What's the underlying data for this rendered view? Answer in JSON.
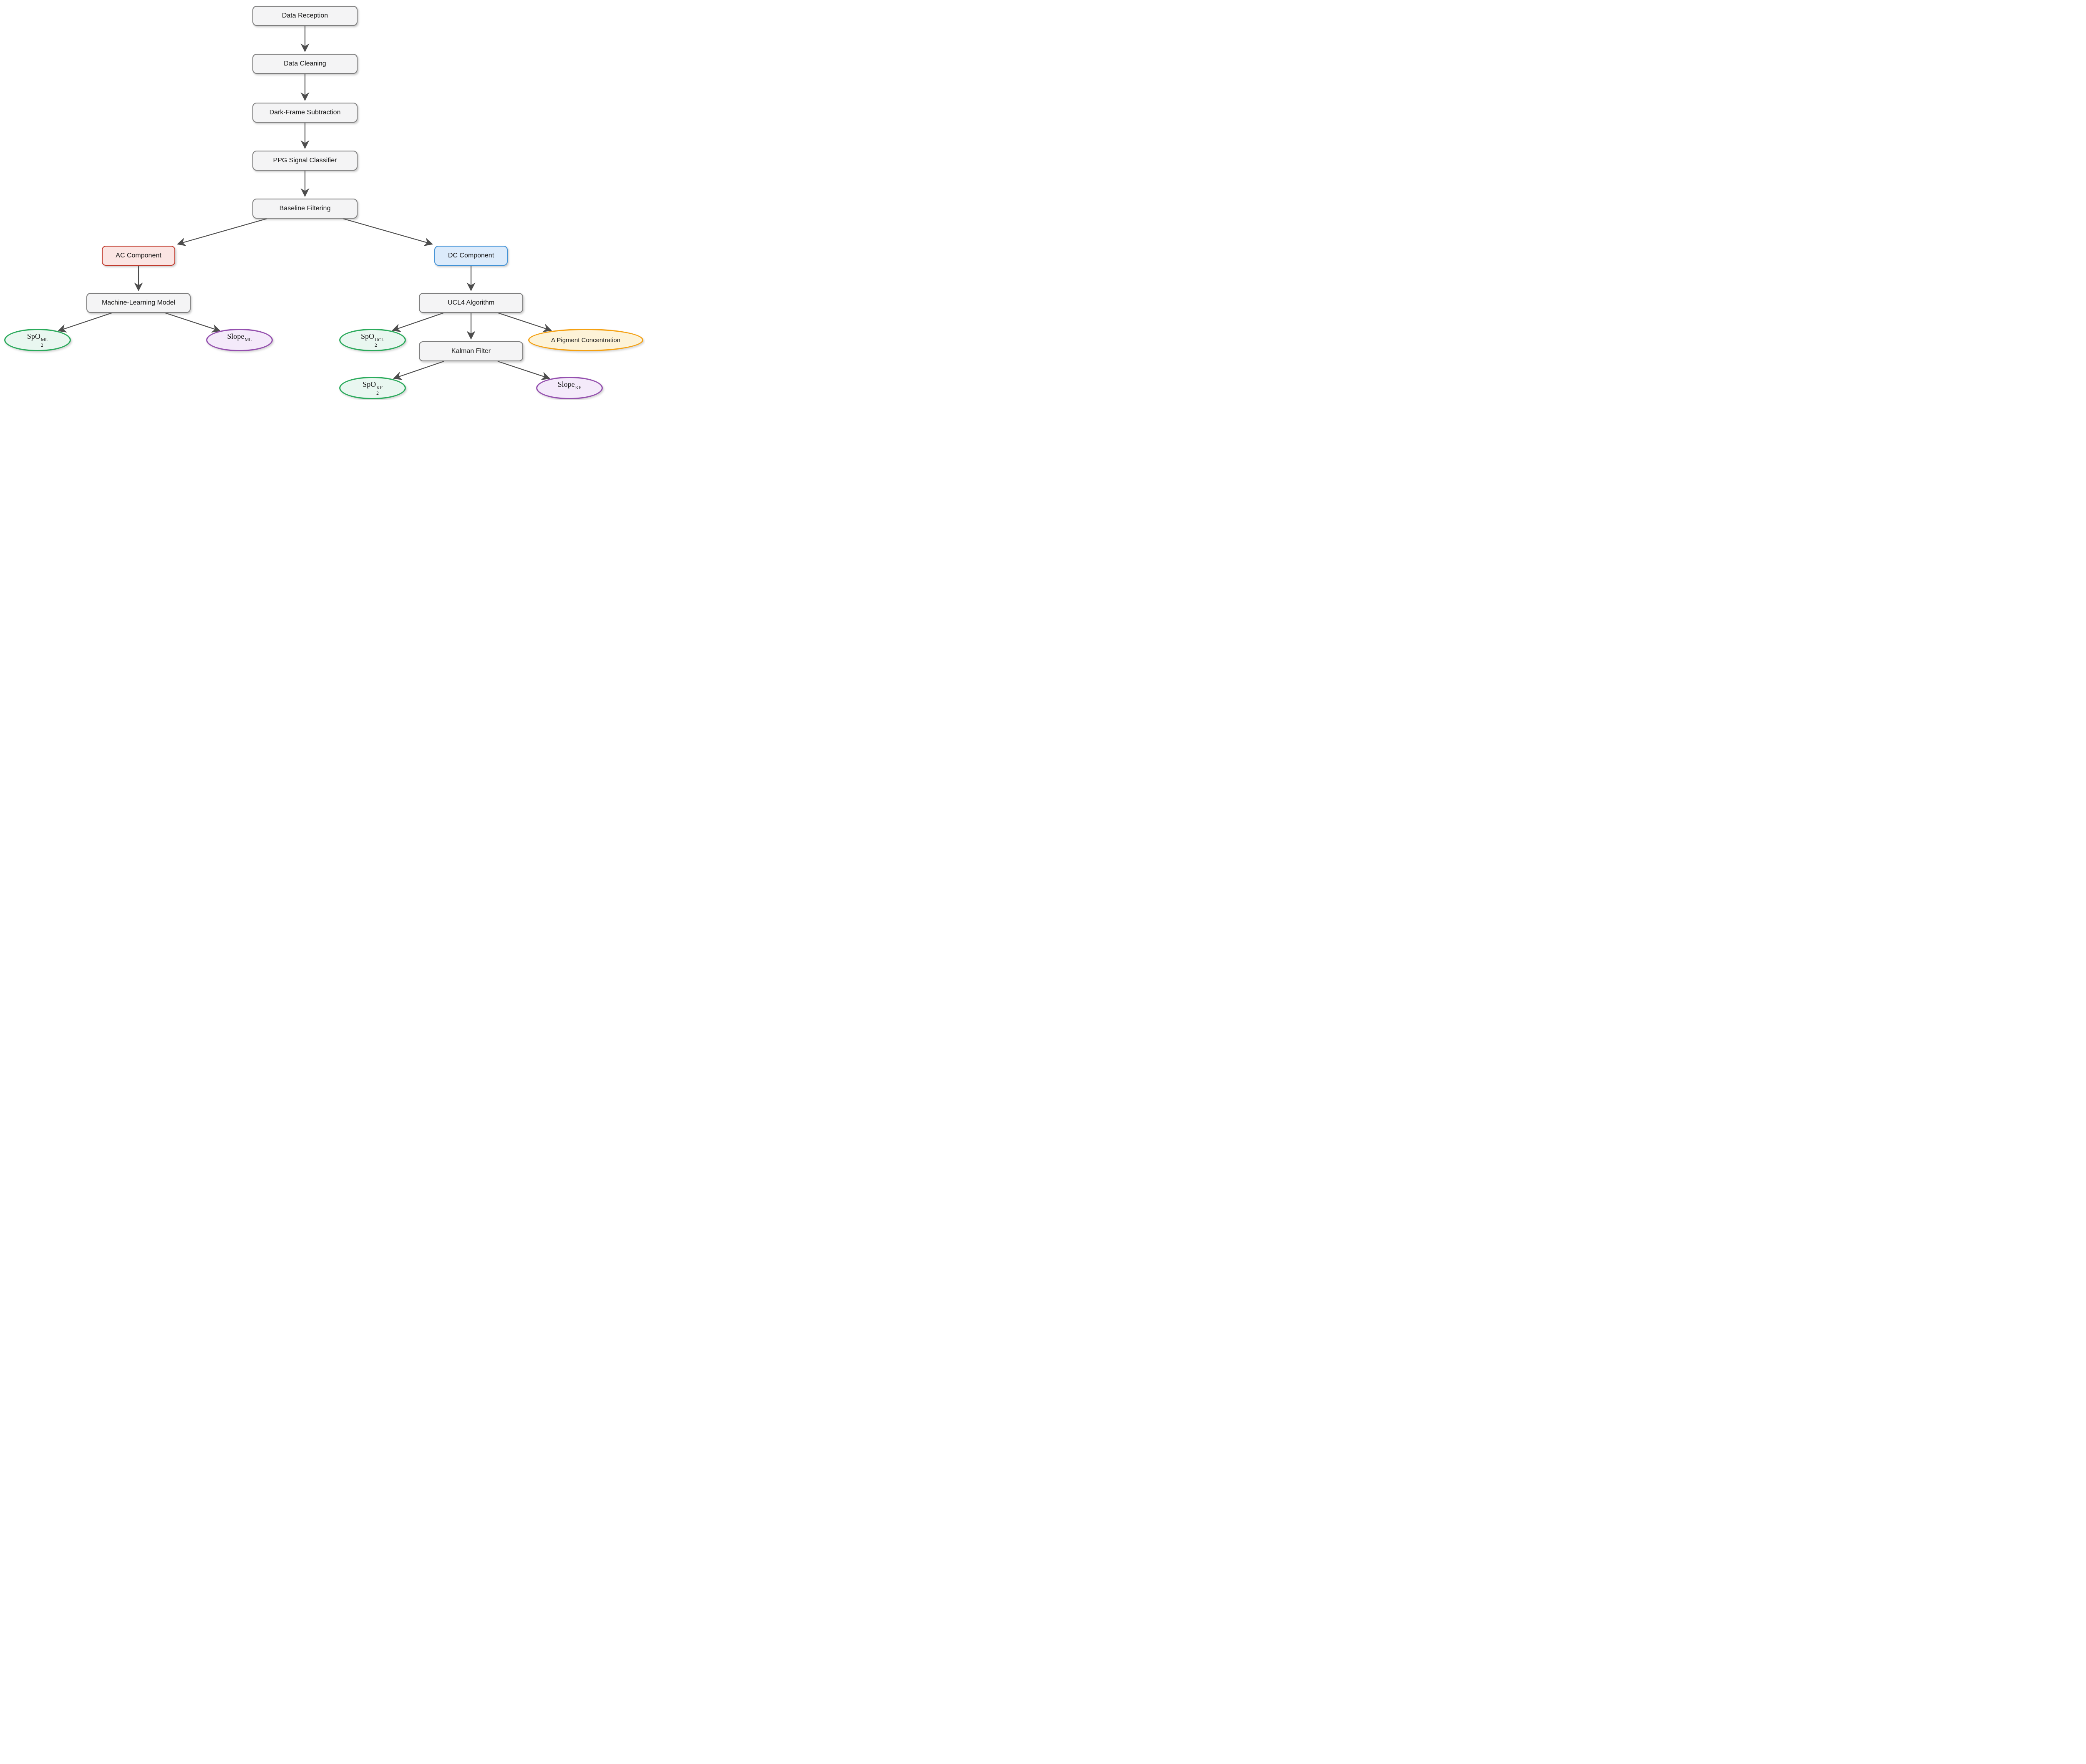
{
  "diagram": {
    "nodes": {
      "data_reception": {
        "label": "Data Reception"
      },
      "data_cleaning": {
        "label": "Data Cleaning"
      },
      "dark_frame_subtraction": {
        "label": "Dark-Frame Subtraction"
      },
      "ppg_signal_classifier": {
        "label": "PPG Signal Classifier"
      },
      "baseline_filtering": {
        "label": "Baseline Filtering"
      },
      "ac_component": {
        "label": "AC Component"
      },
      "dc_component": {
        "label": "DC Component"
      },
      "machine_learning_model": {
        "label": "Machine-Learning Model"
      },
      "ucl4_algorithm": {
        "label": "UCL4 Algorithm"
      },
      "kalman_filter": {
        "label": "Kalman Filter"
      },
      "spo2_ml": {
        "base": "SpO",
        "sub": "2",
        "sup": "ML"
      },
      "slope_ml": {
        "base": "Slope",
        "sup": "ML"
      },
      "spo2_ucl": {
        "base": "SpO",
        "sub": "2",
        "sup": "UCL"
      },
      "delta_pigment": {
        "label": "Δ Pigment Concentration"
      },
      "spo2_kf": {
        "base": "SpO",
        "sub": "2",
        "sup": "KF"
      },
      "slope_kf": {
        "base": "Slope",
        "sup": "KF"
      }
    },
    "edges": [
      [
        "data_reception",
        "data_cleaning"
      ],
      [
        "data_cleaning",
        "dark_frame_subtraction"
      ],
      [
        "dark_frame_subtraction",
        "ppg_signal_classifier"
      ],
      [
        "ppg_signal_classifier",
        "baseline_filtering"
      ],
      [
        "baseline_filtering",
        "ac_component"
      ],
      [
        "baseline_filtering",
        "dc_component"
      ],
      [
        "ac_component",
        "machine_learning_model"
      ],
      [
        "machine_learning_model",
        "spo2_ml"
      ],
      [
        "machine_learning_model",
        "slope_ml"
      ],
      [
        "dc_component",
        "ucl4_algorithm"
      ],
      [
        "ucl4_algorithm",
        "spo2_ucl"
      ],
      [
        "ucl4_algorithm",
        "kalman_filter"
      ],
      [
        "ucl4_algorithm",
        "delta_pigment"
      ],
      [
        "kalman_filter",
        "spo2_kf"
      ],
      [
        "kalman_filter",
        "slope_kf"
      ]
    ],
    "colors": {
      "box_fill": "#f4f4f5",
      "box_border": "#7f7f7f",
      "ac_fill": "#fbe5e3",
      "ac_border": "#c13b2e",
      "dc_fill": "#dcebfb",
      "dc_border": "#4292d6",
      "green_fill": "#e9f7f0",
      "green_border": "#2aaa5b",
      "purple_fill": "#f4eafa",
      "purple_border": "#944fae",
      "orange_fill": "#fdf3d8",
      "orange_border": "#f4a011",
      "arrow": "#4d4d4d",
      "text": "#151515"
    }
  }
}
